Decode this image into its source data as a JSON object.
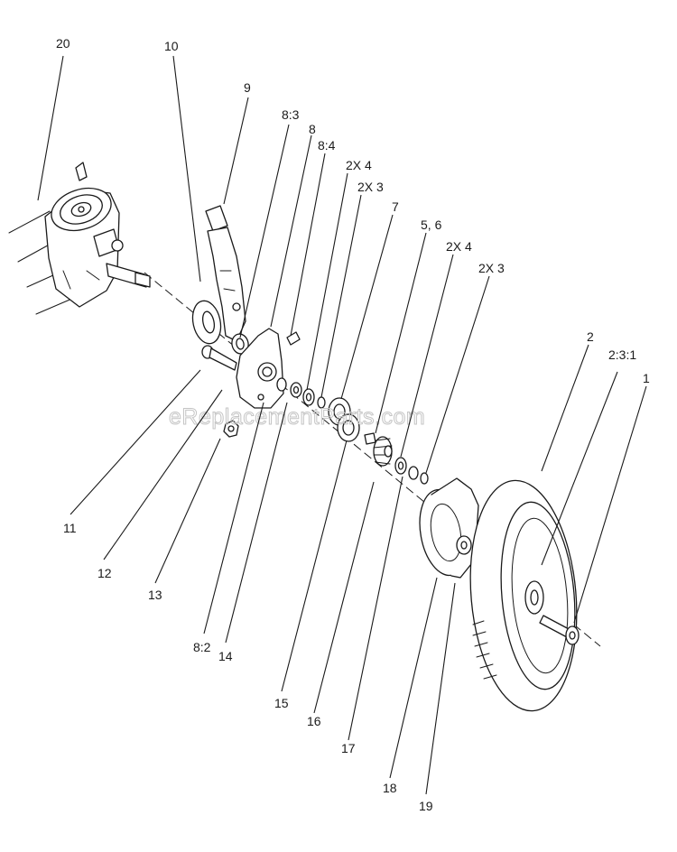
{
  "diagram": {
    "watermark": "eReplacementParts.com",
    "callouts": {
      "c20": "20",
      "c10": "10",
      "c9": "9",
      "c8_3": "8:3",
      "c8": "8",
      "c8_4": "8:4",
      "c2x4_a": "2X 4",
      "c2x3_a": "2X 3",
      "c7": "7",
      "c5_6": "5, 6",
      "c2x4_b": "2X 4",
      "c2x3_b": "2X 3",
      "c2": "2",
      "c2_3_1": "2:3:1",
      "c1": "1",
      "c11": "11",
      "c12": "12",
      "c13": "13",
      "c8_2": "8:2",
      "c14": "14",
      "c15": "15",
      "c16": "16",
      "c17": "17",
      "c18": "18",
      "c19": "19"
    }
  }
}
